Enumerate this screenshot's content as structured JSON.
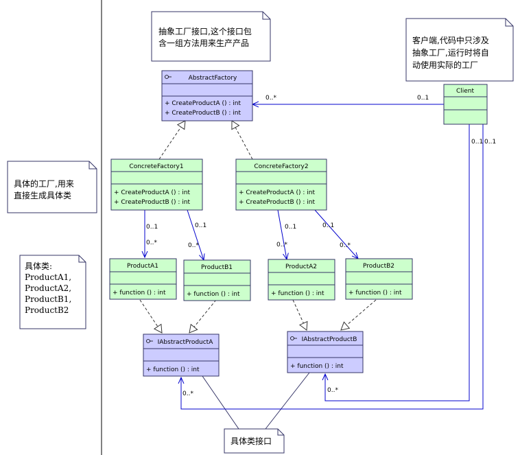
{
  "colors": {
    "interface_fill": "#ccccff",
    "class_fill": "#ccffcc",
    "border": "#333366",
    "assoc_line": "#0000cc",
    "dashed_line": "#333333",
    "note_fill": "#ffffff"
  },
  "notes": [
    {
      "id": "note-abstract-factory",
      "lines": [
        "抽象工厂接口,这个接口包",
        "含一组方法用来生产产品"
      ]
    },
    {
      "id": "note-client",
      "lines": [
        "客户端,代码中只涉及",
        "抽象工厂,运行时将自",
        "动使用实际的工厂"
      ]
    },
    {
      "id": "note-concrete-factory",
      "lines": [
        "具体的工厂,用来",
        "直接生成具体类"
      ]
    },
    {
      "id": "note-concrete-products",
      "lines": [
        "具体类:",
        "ProductA1,",
        "ProductA2,",
        "ProductB1,",
        "ProductB2"
      ]
    },
    {
      "id": "note-product-interface",
      "lines": [
        "具体类接口"
      ]
    }
  ],
  "classes": [
    {
      "id": "abstract-factory",
      "name": "AbstractFactory",
      "interface": true,
      "members": [
        "+  CreateProductA ()  : int",
        "+  CreateProductB ()  : int"
      ]
    },
    {
      "id": "client",
      "name": "Client",
      "interface": false,
      "members": []
    },
    {
      "id": "concrete-factory-1",
      "name": "ConcreteFactory1",
      "interface": false,
      "members": [
        "+  CreateProductA ()  : int",
        "+  CreateProductB ()  : int"
      ]
    },
    {
      "id": "concrete-factory-2",
      "name": "ConcreteFactory2",
      "interface": false,
      "members": [
        "+  CreateProductA ()  : int",
        "+  CreateProductB ()  : int"
      ]
    },
    {
      "id": "product-a1",
      "name": "ProductA1",
      "interface": false,
      "members": [
        "+  function ()  : int"
      ]
    },
    {
      "id": "product-b1",
      "name": "ProductB1",
      "interface": false,
      "members": [
        "+  function ()  : int"
      ]
    },
    {
      "id": "product-a2",
      "name": "ProductA2",
      "interface": false,
      "members": [
        "+  function ()  : int"
      ]
    },
    {
      "id": "product-b2",
      "name": "ProductB2",
      "interface": false,
      "members": [
        "+  function ()  : int"
      ]
    },
    {
      "id": "iabstract-product-a",
      "name": "IAbstractProductA",
      "interface": true,
      "members": [
        "+  function ()  : int"
      ]
    },
    {
      "id": "iabstract-product-b",
      "name": "IAbstractProductB",
      "interface": true,
      "members": [
        "+  function ()  : int"
      ]
    }
  ],
  "multiplicities": {
    "client_end": "0..1",
    "factory_end": "0..*",
    "cf1_a_src": "0..1",
    "cf1_a_dst": "0..*",
    "cf1_b_src": "0..1",
    "cf1_b_dst": "0..*",
    "cf2_a_src": "0..1",
    "cf2_a_dst": "0..*",
    "cf2_b_src": "0..1",
    "cf2_b_dst": "0..*",
    "client_a": "0..1",
    "client_b": "0..1",
    "ipa_end": "0..*",
    "ipb_end": "0..*"
  }
}
